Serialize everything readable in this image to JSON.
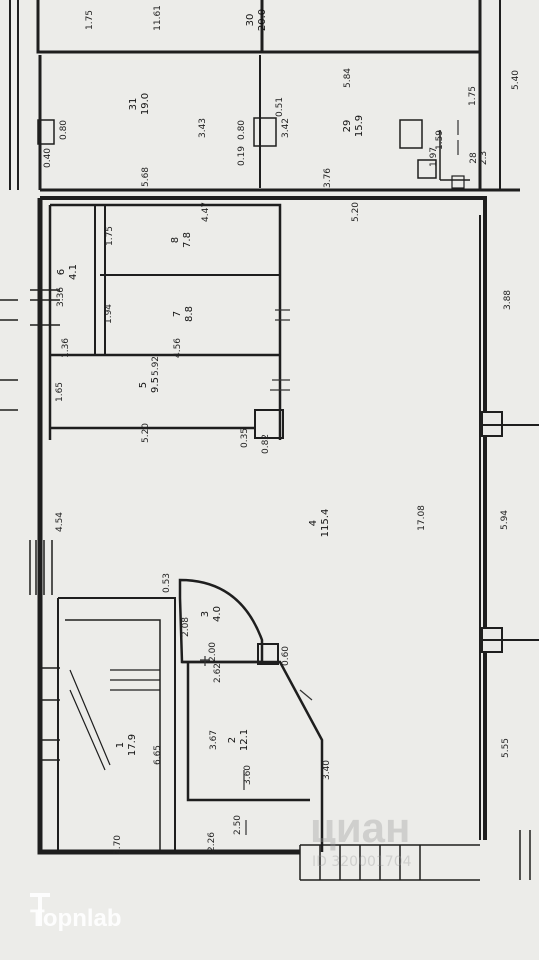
{
  "rooms": [
    {
      "num": "1",
      "area": "17.9"
    },
    {
      "num": "2",
      "area": "12.1"
    },
    {
      "num": "3",
      "area": "4.0"
    },
    {
      "num": "4",
      "area": "115.4"
    },
    {
      "num": "5",
      "area": "9.5"
    },
    {
      "num": "6",
      "area": "4.1"
    },
    {
      "num": "7",
      "area": "8.8"
    },
    {
      "num": "8",
      "area": "7.8"
    },
    {
      "num": "28",
      "area": "2.3"
    },
    {
      "num": "29",
      "area": "15.9"
    },
    {
      "num": "30",
      "area": "20.0"
    },
    {
      "num": "31",
      "area": "19.0"
    }
  ],
  "dimensions": [
    "1.75",
    "11.61",
    "0.80",
    "0.40",
    "3.43",
    "5.68",
    "0.51",
    "0.80",
    "0.19",
    "3.42",
    "5.84",
    "3.76",
    "1.59",
    "1.97",
    "1.75",
    "5.40",
    "4.47",
    "1.75",
    "5.20",
    "3.36",
    "1.94",
    "1.36",
    "4.56",
    "5.92",
    "1.65",
    "5.20",
    "0.35",
    "0.82",
    "3.88",
    "4.54",
    "17.08",
    "5.94",
    "0.53",
    "2.08",
    "2.00",
    "2.62",
    "0.60",
    "3.67",
    "6.65",
    "3.60",
    "3.40",
    "2.50",
    "2.70",
    "2.26",
    "5.55"
  ],
  "watermarks": {
    "cian": "циан",
    "cian_id": "ID 320001704",
    "brand": "Topnlab"
  }
}
